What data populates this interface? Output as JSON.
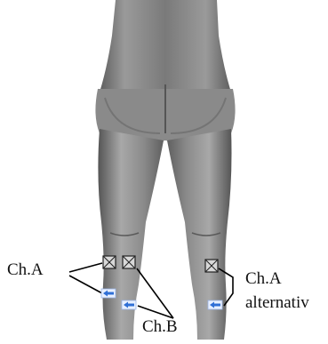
{
  "labels": {
    "ch_a": "Ch.A",
    "ch_b": "Ch.B",
    "ch_a_alt_line1": "Ch.A",
    "ch_a_alt_line2": "alternativ"
  },
  "colors": {
    "skin_dark": "#4f4f4f",
    "skin_mid": "#8a8a8a",
    "skin_light": "#b5b5b5",
    "electrode_fill": "#d8d8d8",
    "electrode_stroke": "#222222",
    "arrow_fill": "#2f6fd6",
    "arrow_bg": "#e8f0ff",
    "line": "#000000"
  },
  "icons": {
    "electrode": "crossed-square-icon",
    "cable": "arrow-left-icon"
  }
}
